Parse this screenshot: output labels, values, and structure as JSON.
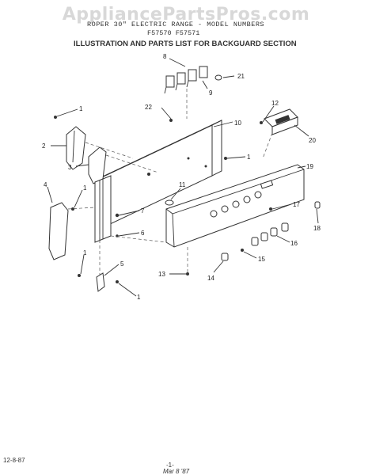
{
  "watermark": "AppliancePartsPros.com",
  "header": {
    "title": "ROPER 30\" ELECTRIC RANGE - MODEL NUMBERS",
    "models": "F57570  F57571",
    "section": "ILLUSTRATION AND PARTS LIST FOR BACKGUARD SECTION"
  },
  "callouts": [
    "1",
    "2",
    "3",
    "4",
    "1",
    "1",
    "5",
    "1",
    "22",
    "10",
    "1",
    "11",
    "7",
    "6",
    "13",
    "14",
    "15",
    "16",
    "17",
    "18",
    "19",
    "12",
    "20",
    "8",
    "9",
    "21"
  ],
  "footer": {
    "date": "12-8-87",
    "page": "-1-",
    "signature": "Mar 8 '87"
  }
}
